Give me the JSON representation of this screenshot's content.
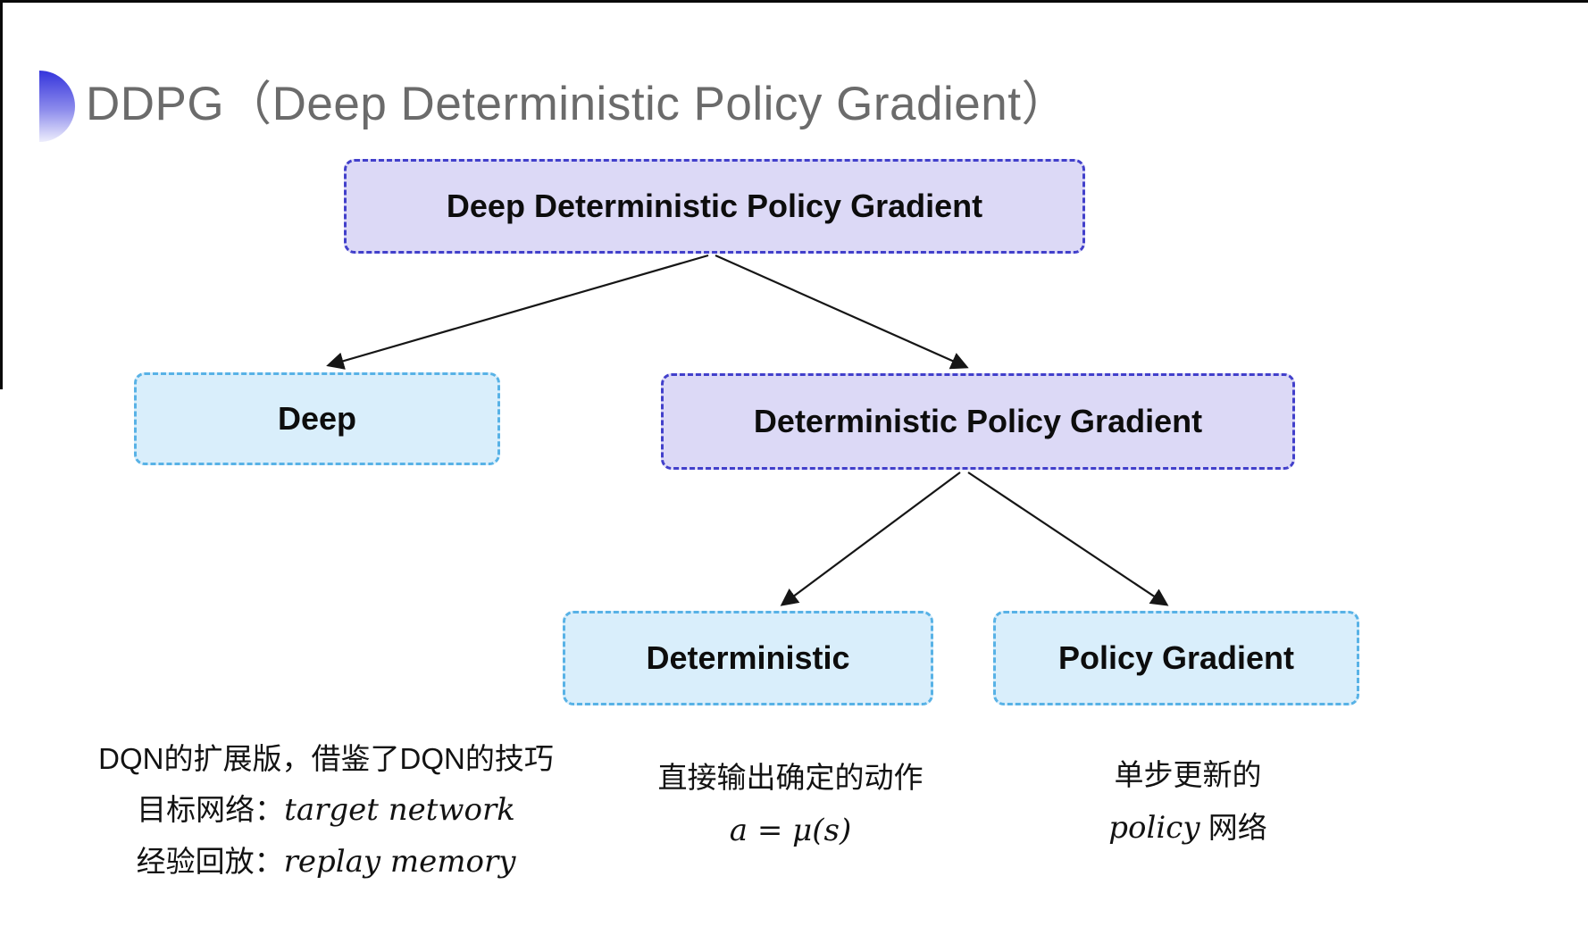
{
  "header": {
    "title": "DDPG（Deep Deterministic Policy Gradient）"
  },
  "tree": {
    "root": {
      "label": "Deep Deterministic Policy Gradient",
      "variant": "purple"
    },
    "deep": {
      "label": "Deep",
      "variant": "blue"
    },
    "dpg": {
      "label": "Deterministic Policy Gradient",
      "variant": "purple"
    },
    "deterministic": {
      "label": "Deterministic",
      "variant": "blue"
    },
    "policy_gradient": {
      "label": "Policy Gradient",
      "variant": "blue"
    }
  },
  "annotations": {
    "dqn": {
      "line1": "DQN的扩展版，借鉴了DQN的技巧",
      "line2_label": "目标网络：",
      "line2_value": "target network",
      "line3_label": "经验回放：",
      "line3_value": "replay memory"
    },
    "deterministic": {
      "line1": "直接输出确定的动作",
      "formula": "a = μ(s)"
    },
    "policy": {
      "line1": "单步更新的",
      "line2_italic": "policy",
      "line2_rest": " 网络"
    }
  },
  "colors": {
    "purple_fill": "#dcd9f6",
    "purple_border": "#4240cb",
    "blue_fill": "#d9eefb",
    "blue_border": "#58b2e6",
    "title_gray": "#6b6b6b",
    "arrow_black": "#161616",
    "icon_gradient_top": "#3434dc",
    "icon_gradient_bottom": "#eeeefc"
  }
}
